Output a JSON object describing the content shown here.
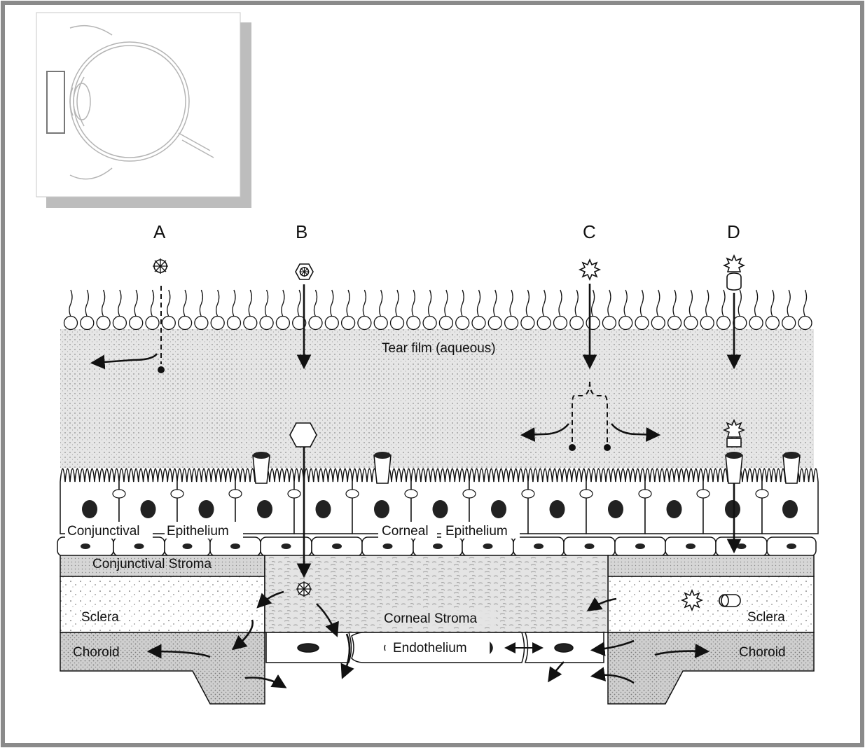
{
  "markers": [
    "A",
    "B",
    "C",
    "D"
  ],
  "labels": {
    "tear_film": "Tear film (aqueous)",
    "conj_epi_1": "Conjunctival",
    "conj_epi_2": "Epithelium",
    "corneal_epi_1": "Corneal",
    "corneal_epi_2": "Epithelium",
    "conj_stroma": "Conjunctival Stroma",
    "sclera_left": "Sclera",
    "sclera_right": "Sclera",
    "choroid_left": "Choroid",
    "choroid_right": "Choroid",
    "corneal_stroma": "Corneal Stroma",
    "endothelium": "Endothelium"
  },
  "colors": {
    "frame": "#8a8a8a",
    "ink": "#111111",
    "tear_film": "#e2e2e2",
    "inset_shadow": "#bdbdbd",
    "inset_lines": "#b5b5b5",
    "conj_stroma": "#cfcfcf",
    "choroid": "#c9c9c9",
    "corneal_stroma": "#dedede"
  }
}
